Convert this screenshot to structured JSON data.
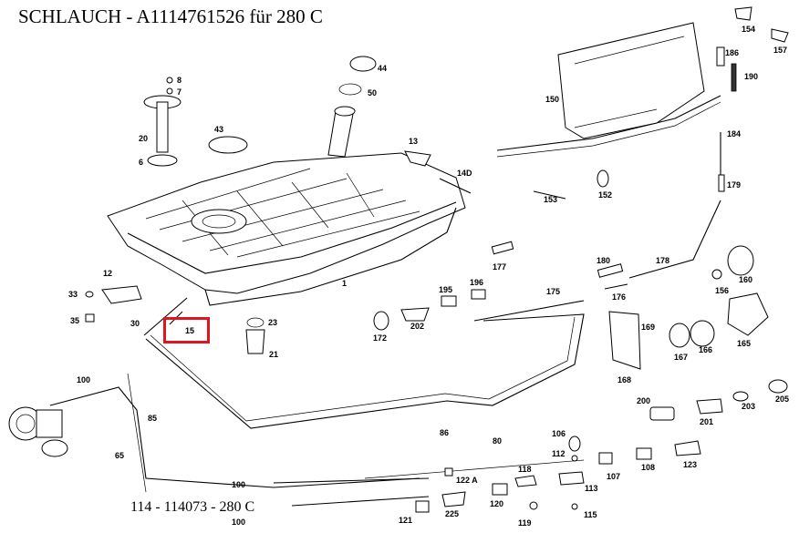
{
  "header": {
    "title": "SCHLAUCH  - A1114761526 für 280 C"
  },
  "footer": {
    "model_text": "114 - 114073 - 280 C"
  },
  "highlight": {
    "part": "15",
    "color": "#e0141c"
  },
  "parts": {
    "p1": "1",
    "p6": "6",
    "p7": "7",
    "p8": "8",
    "p12": "12",
    "p13": "13",
    "p14d": "14D",
    "p15": "15",
    "p20": "20",
    "p21": "21",
    "p23": "23",
    "p30": "30",
    "p33": "33",
    "p35": "35",
    "p43": "43",
    "p44": "44",
    "p50": "50",
    "p65": "65",
    "p80": "80",
    "p85": "85",
    "p86": "86",
    "p100a": "100",
    "p100b": "100",
    "p100c": "100",
    "p106": "106",
    "p107": "107",
    "p108": "108",
    "p112": "112",
    "p113": "113",
    "p115": "115",
    "p118": "118",
    "p119": "119",
    "p120": "120",
    "p121": "121",
    "p122a": "122 A",
    "p123": "123",
    "p150": "150",
    "p152": "152",
    "p153": "153",
    "p154": "154",
    "p156": "156",
    "p157": "157",
    "p160": "160",
    "p165": "165",
    "p166": "166",
    "p167": "167",
    "p168": "168",
    "p169": "169",
    "p172": "172",
    "p175": "175",
    "p176": "176",
    "p177": "177",
    "p178": "178",
    "p179": "179",
    "p180": "180",
    "p184": "184",
    "p186": "186",
    "p190": "190",
    "p195": "195",
    "p196": "196",
    "p200": "200",
    "p201": "201",
    "p202": "202",
    "p203": "203",
    "p205": "205",
    "p225": "225"
  }
}
